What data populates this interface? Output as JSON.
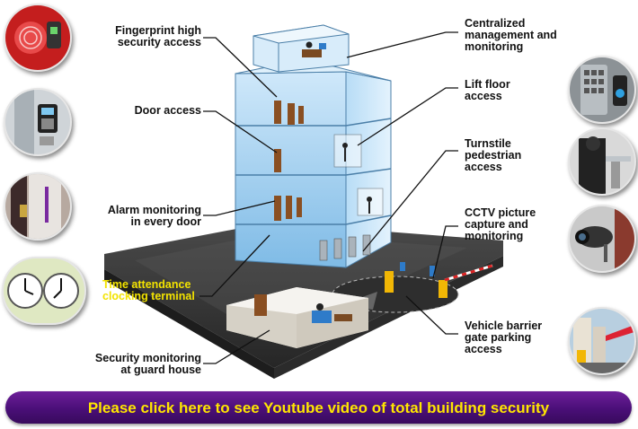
{
  "labels": {
    "fingerprint": "Fingerprint high security access",
    "door_access": "Door access",
    "alarm": "Alarm monitoring in every door",
    "time_attendance": "Time attendance clocking terminal",
    "guard_house": "Security monitoring at guard house",
    "centralized": "Centralized management and monitoring",
    "lift": "Lift floor access",
    "turnstile": "Turnstile pedestrian access",
    "cctv": "CCTV picture capture and monitoring",
    "vehicle": "Vehicle barrier gate parking access"
  },
  "label_lines": {
    "fingerprint": [
      "Fingerprint high",
      "security access"
    ],
    "door_access": [
      "Door access"
    ],
    "alarm": [
      "Alarm monitoring",
      "in every door"
    ],
    "time_attendance": [
      "Time attendance",
      "clocking terminal"
    ],
    "guard_house": [
      "Security monitoring",
      "at guard house"
    ],
    "centralized": [
      "Centralized",
      "management and",
      "monitoring"
    ],
    "lift": [
      "Lift floor",
      "access"
    ],
    "turnstile": [
      "Turnstile",
      "pedestrian",
      "access"
    ],
    "cctv": [
      "CCTV picture",
      "capture and",
      "monitoring"
    ],
    "vehicle": [
      "Vehicle barrier",
      "gate parking",
      "access"
    ]
  },
  "banner": {
    "text": "Please click here to see Youtube video of total building security"
  },
  "colors": {
    "glass": "#9fd0f2",
    "banner": "#4a0f78",
    "banner_text": "#ffe600",
    "highlight_label": "#f3e300",
    "ground": "#3a3a3a"
  },
  "icons": {
    "left": [
      "fingerprint-scanner-icon",
      "door-keypad-icon",
      "door-lock-icon",
      "wall-clock-icon"
    ],
    "right": [
      "keypad-access-icon",
      "turnstile-icon",
      "cctv-camera-icon",
      "barrier-gate-icon"
    ]
  }
}
